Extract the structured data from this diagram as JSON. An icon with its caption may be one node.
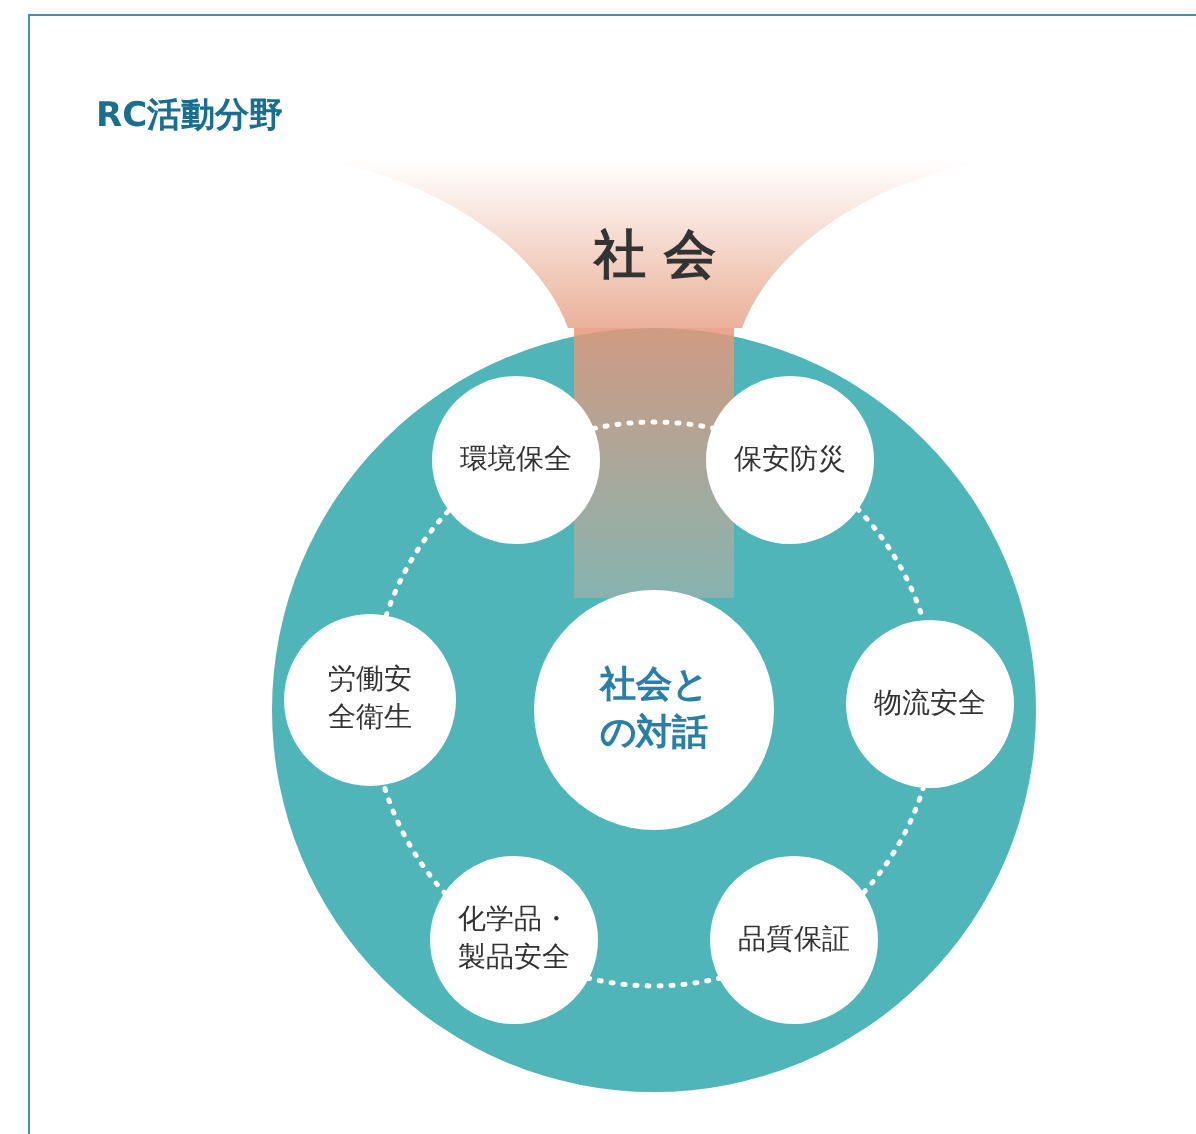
{
  "diagram": {
    "title": "RC活動分野",
    "nodes": [
      {
        "text": [
          "社 会"
        ]
      },
      {
        "text": [],
        "shape": "circle"
      },
      {
        "text": [
          "環境保全"
        ],
        "in": 1
      },
      {
        "text": [
          "保安防災"
        ],
        "in": 1
      },
      {
        "text": [
          "労働安全衛生"
        ],
        "in": 1
      },
      {
        "text": [
          "社会との対話"
        ],
        "in": 1
      },
      {
        "text": [
          "物流安全"
        ],
        "in": 1
      },
      {
        "text": [
          "化学品・製品安全"
        ],
        "in": 1
      },
      {
        "text": [
          "品質保証"
        ],
        "in": 1
      }
    ],
    "edges": [
      {
        "from": 0,
        "to": 5,
        "arrow": "none",
        "style": "thick",
        "color": "#e8967a"
      },
      {
        "from": 2,
        "to": 3,
        "arrow": "none",
        "style": "dashed"
      },
      {
        "from": 3,
        "to": 6,
        "arrow": "none",
        "style": "dashed"
      },
      {
        "from": 6,
        "to": 8,
        "arrow": "none",
        "style": "dashed"
      },
      {
        "from": 8,
        "to": 7,
        "arrow": "none",
        "style": "dashed"
      },
      {
        "from": 7,
        "to": 4,
        "arrow": "none",
        "style": "dashed"
      },
      {
        "from": 4,
        "to": 2,
        "arrow": "none",
        "style": "dashed"
      }
    ]
  }
}
